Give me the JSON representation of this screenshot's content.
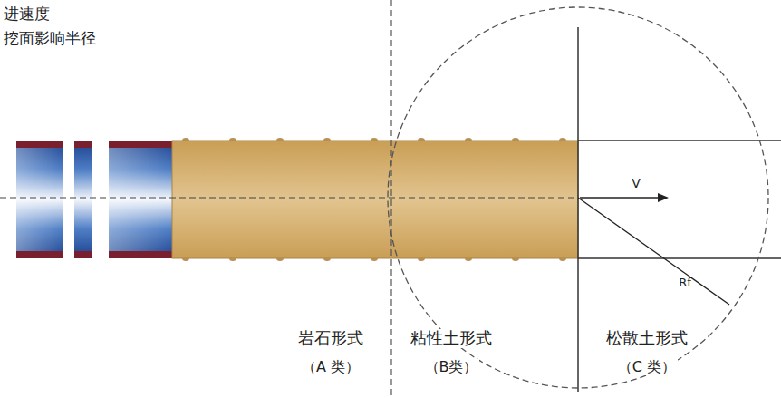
{
  "diagram": {
    "labels": [
      "进速度",
      "挖面影响半径",
      "V",
      "Rf",
      "岩石形式",
      "（A 类）",
      "粘性土形式",
      "（B类）",
      "松散土形式",
      "（C 类）"
    ]
  }
}
